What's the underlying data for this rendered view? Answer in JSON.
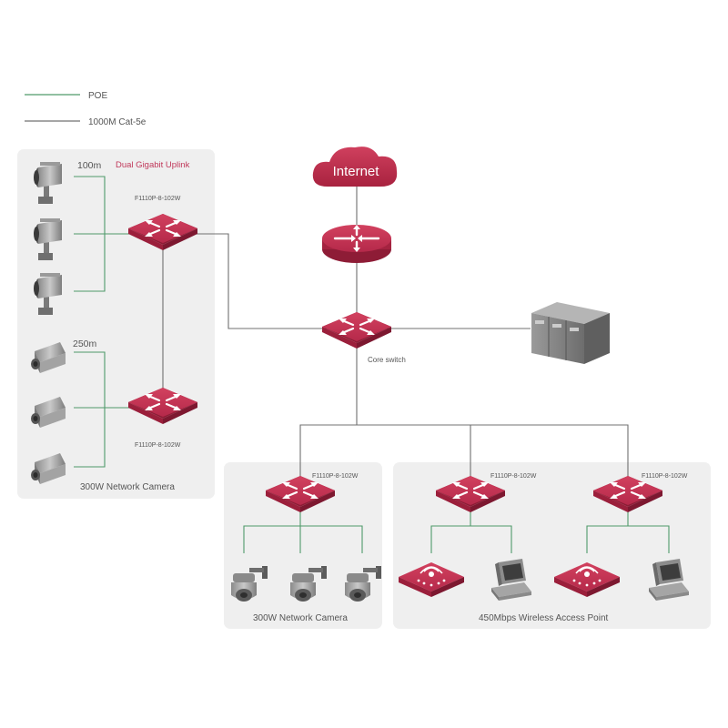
{
  "legend": {
    "poe": "POE",
    "cat5e": "1000M Cat-5e"
  },
  "left_panel": {
    "uplink_label": "Dual Gigabit Uplink",
    "distance_top": "100m",
    "distance_bottom": "250m",
    "switch_top_label": "F1110P-8-102W",
    "switch_bottom_label": "F1110P-8-102W",
    "caption": "300W Network Camera"
  },
  "internet_label": "Internet",
  "core_switch_label": "Core switch",
  "bottom_left_panel": {
    "switch_label": "F1110P-8-102W",
    "caption": "300W Network Camera"
  },
  "bottom_right_panel": {
    "switch_a_label": "F1110P-8-102W",
    "switch_b_label": "F1110P-8-102W",
    "caption": "450Mbps Wireless Access Point"
  },
  "colors": {
    "accent": "#b5294a",
    "poe_line": "#4f9a6a",
    "cat_line": "#707070",
    "panel_bg": "#efefef"
  },
  "icons": [
    "router-icon",
    "switch-icon",
    "cloud-icon",
    "server-icon",
    "bullet-camera-icon",
    "dome-camera-icon",
    "access-point-icon",
    "computer-icon"
  ]
}
